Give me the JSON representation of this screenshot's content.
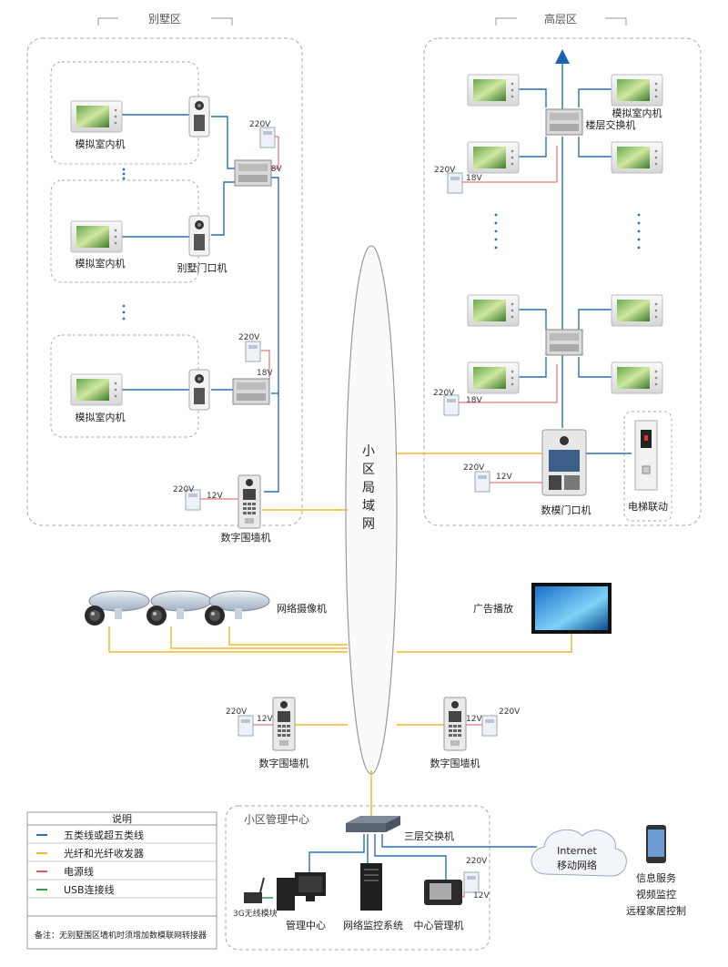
{
  "villa": {
    "title": "别墅区",
    "indoor_unit_label": "模拟室内机",
    "door_unit_label": "别墅门口机",
    "wall_unit_label": "数字围墙机"
  },
  "highrise": {
    "title": "高层区",
    "indoor_unit_label": "模拟室内机",
    "floor_switch_label": "楼层交换机",
    "door_unit_label": "数模门口机",
    "elevator_label": "电梯联动"
  },
  "power": {
    "v220": "220V",
    "v18": "18V",
    "v12": "12V"
  },
  "lan": {
    "label": "小区局域网"
  },
  "cameras": {
    "label": "网络摄像机"
  },
  "ad": {
    "label": "广告播放"
  },
  "mid_walls": {
    "left_label": "数字围墙机",
    "right_label": "数字围墙机"
  },
  "mgmt": {
    "title": "小区管理中心",
    "l3_switch": "三层交换机",
    "wireless": "3G无线模块",
    "center": "管理中心",
    "nvr": "网络监控系统",
    "console": "中心管理机"
  },
  "internet": {
    "line1": "Internet",
    "line2": "移动网络"
  },
  "services": [
    "信息服务",
    "视频监控",
    "远程家居控制"
  ],
  "legend": {
    "title": "说明",
    "items": [
      {
        "color": "#2a6fb5",
        "label": "五类线或超五类线"
      },
      {
        "color": "#f2b82c",
        "label": "光纤和光纤收发器"
      },
      {
        "color": "#e05a5a",
        "label": "电源线"
      },
      {
        "color": "#2e9d4b",
        "label": "USB连接线"
      }
    ],
    "note": "备注：无别墅围区墙机时须增加数模联网转接器"
  },
  "colors": {
    "cat5": "#2a6fb5",
    "fiber": "#f2b82c",
    "power": "#e05a5a",
    "usb": "#2e9d4b"
  }
}
